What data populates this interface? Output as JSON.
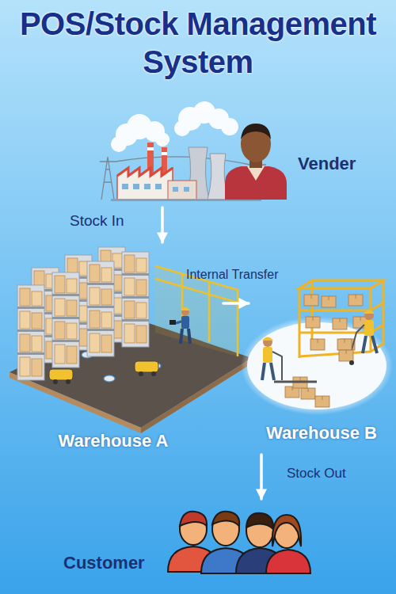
{
  "diagram": {
    "title": "POS/Stock Management System",
    "nodes": [
      {
        "text": [
          "Vender"
        ]
      },
      {
        "text": [
          "Warehouse A"
        ]
      },
      {
        "text": [
          "Warehouse B"
        ]
      },
      {
        "text": [
          "Customer"
        ]
      }
    ],
    "edges": [
      {
        "from": 0,
        "to": 1,
        "label": "Stock In",
        "arrow": "to"
      },
      {
        "from": 1,
        "to": 2,
        "label": "Internal Transfer",
        "arrow": "to"
      },
      {
        "from": 2,
        "to": 3,
        "label": "Stock Out",
        "arrow": "to"
      }
    ]
  }
}
